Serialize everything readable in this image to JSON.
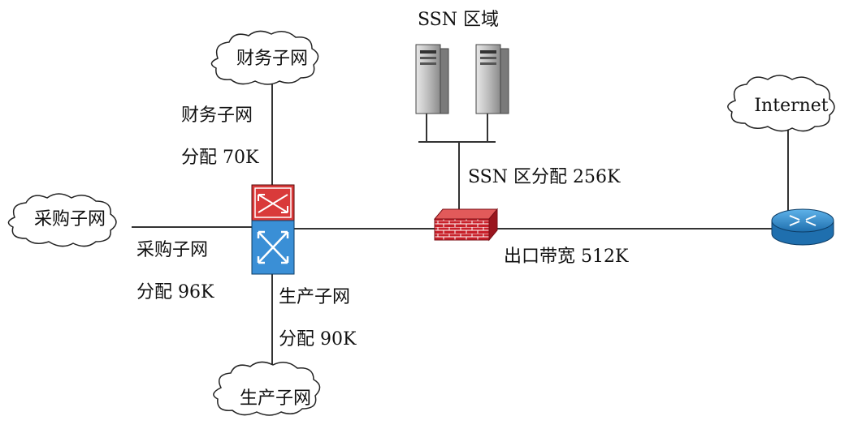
{
  "clouds": {
    "finance": "财务子网",
    "purchasing": "采购子网",
    "production": "生产子网",
    "internet": "Internet"
  },
  "labels": {
    "ssn_zone": "SSN 区域",
    "finance_name": "财务子网",
    "finance_alloc": "分配 70K",
    "purchasing_name": "采购子网",
    "purchasing_alloc": "分配 96K",
    "production_name": "生产子网",
    "production_alloc": "分配 90K",
    "ssn_alloc": "SSN 区分配 256K",
    "egress": "出口带宽 512K"
  },
  "colors": {
    "line": "#333333",
    "firewall": "#c8202a",
    "switch_top": "#d93a3a",
    "switch_bottom": "#3a8fd6",
    "router": "#2f86c9",
    "server": "#b8b8b8"
  },
  "icons": [
    "cloud-icon",
    "server-icon",
    "firewall-icon",
    "switch-icon",
    "router-icon"
  ]
}
